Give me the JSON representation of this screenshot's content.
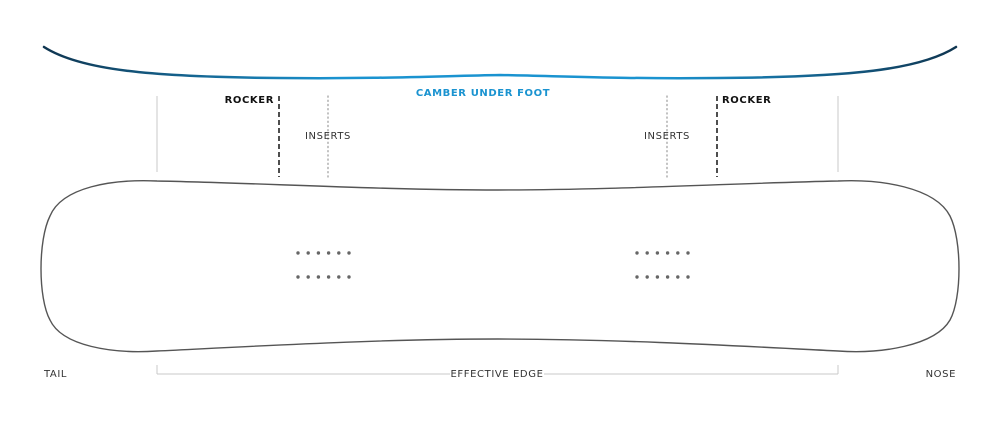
{
  "labels": {
    "camber": "CAMBER UNDER FOOT",
    "rocker_left": "ROCKER",
    "rocker_right": "ROCKER",
    "inserts_left": "INSERTS",
    "inserts_right": "INSERTS",
    "tail": "TAIL",
    "nose": "NOSE",
    "effective_edge": "EFFECTIVE EDGE"
  },
  "colors": {
    "profile_dark": "#0f3550",
    "profile_accent": "#1a93d0",
    "board_outline": "#555555",
    "guide_line": "#c8c8c8",
    "insert_dots": "#666666",
    "label_text": "#333333"
  },
  "inserts": {
    "rows": 2,
    "holes_per_row": 6
  }
}
